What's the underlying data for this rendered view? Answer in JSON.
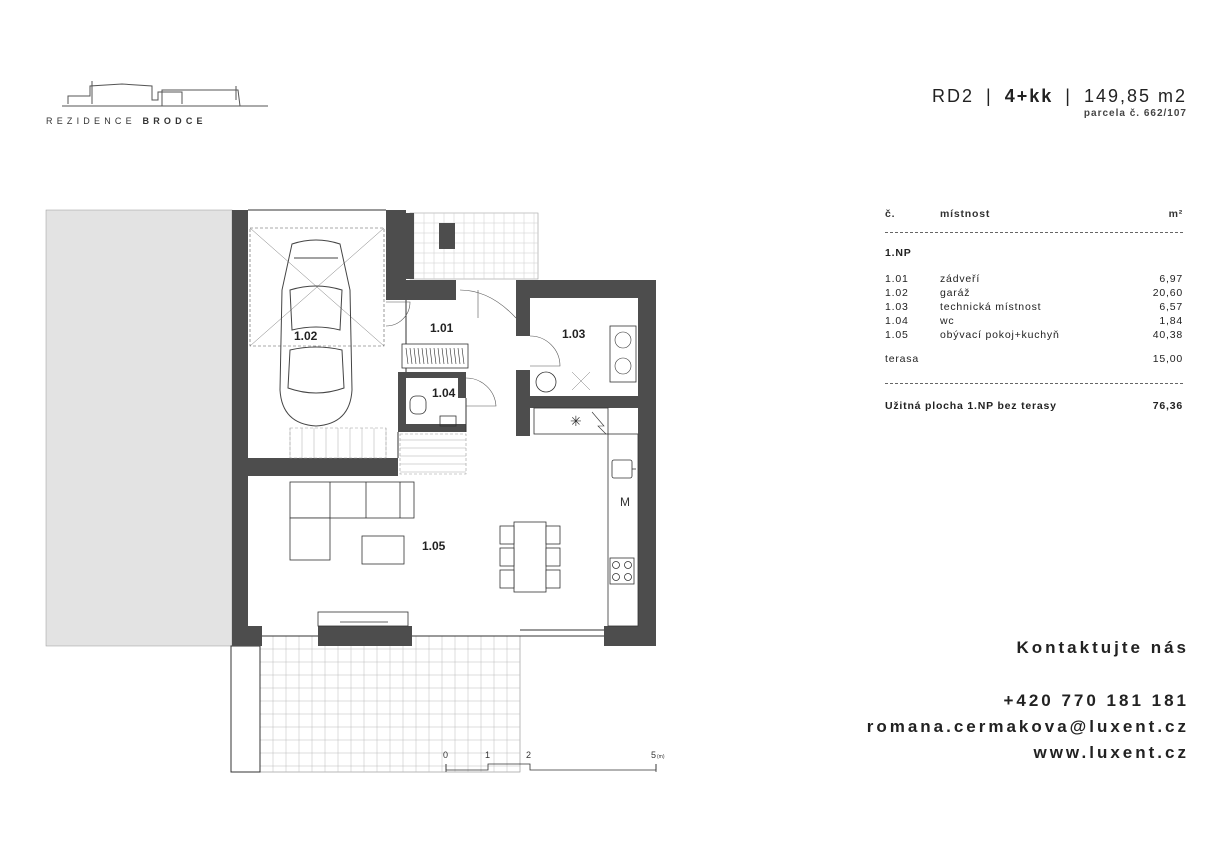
{
  "logo": {
    "text_light": "REZIDENCE",
    "text_bold": "BRODCE"
  },
  "header": {
    "house": "RD2",
    "layout": "4+kk",
    "area": "149,85 m2",
    "parcel": "parcela č. 662/107"
  },
  "plan": {
    "rooms": [
      {
        "id": "1.01"
      },
      {
        "id": "1.02"
      },
      {
        "id": "1.03"
      },
      {
        "id": "1.04"
      },
      {
        "id": "1.05"
      }
    ],
    "fridge_label": "M",
    "scale": {
      "ticks": [
        "0",
        "1",
        "2",
        "5"
      ],
      "unit": "(m)"
    }
  },
  "table": {
    "col_no": "č.",
    "col_room": "místnost",
    "col_area": "m²",
    "floor": "1.NP",
    "rows": [
      {
        "no": "1.01",
        "name": "zádveří",
        "area": "6,97"
      },
      {
        "no": "1.02",
        "name": "garáž",
        "area": "20,60"
      },
      {
        "no": "1.03",
        "name": "technická místnost",
        "area": "6,57"
      },
      {
        "no": "1.04",
        "name": "wc",
        "area": "1,84"
      },
      {
        "no": "1.05",
        "name": "obývací pokoj+kuchyň",
        "area": "40,38"
      }
    ],
    "terrace_label": "terasa",
    "terrace_area": "15,00",
    "total_label": "Užitná plocha 1.NP bez terasy",
    "total_area": "76,36"
  },
  "contact": {
    "title": "Kontaktujte nás",
    "phone": "+420 770 181 181",
    "email": "romana.cermakova@luxent.cz",
    "web": "www.luxent.cz"
  },
  "colors": {
    "wall": "#4d4d4d",
    "neighbour": "#e3e3e3",
    "line": "#333333"
  }
}
